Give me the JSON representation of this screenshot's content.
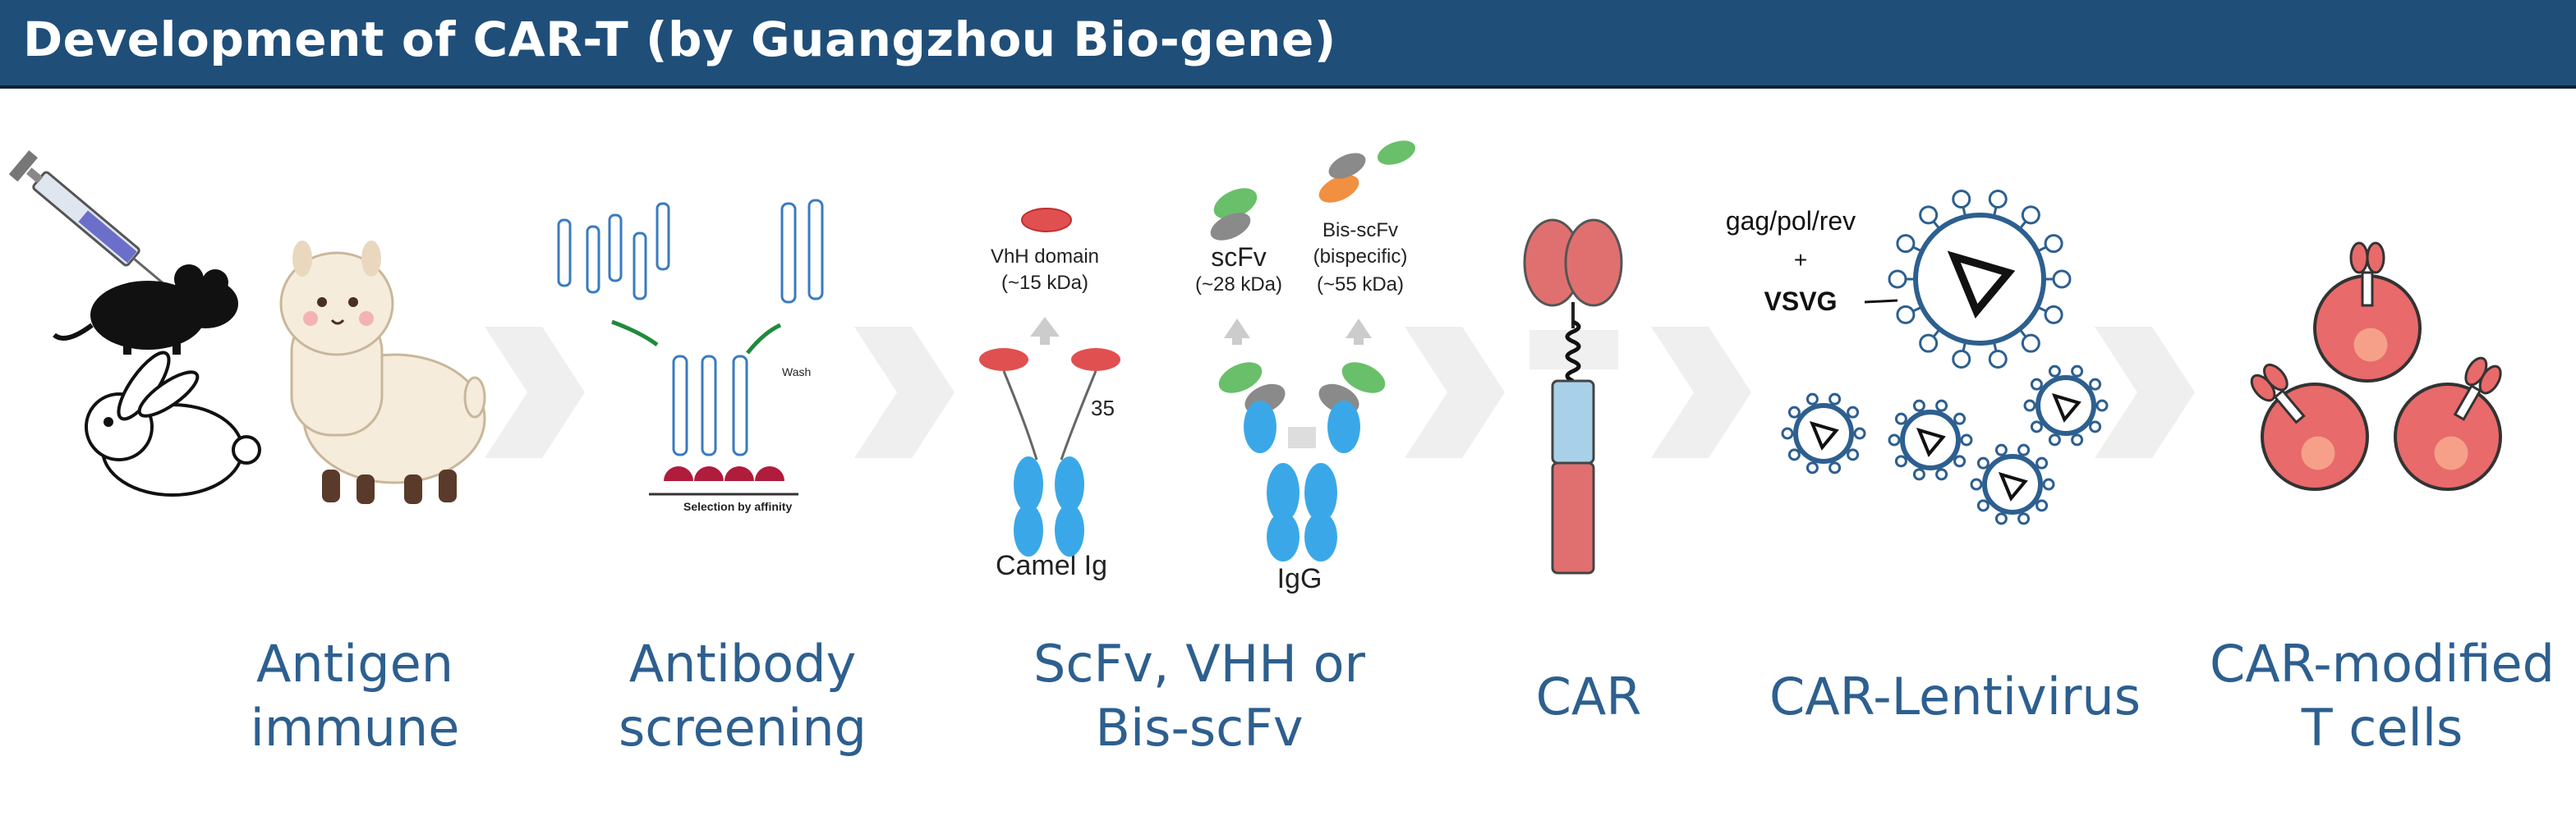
{
  "header": {
    "title": "Development of CAR-T (by Guangzhou Bio-gene)"
  },
  "steps": [
    {
      "line1": "Antigen",
      "line2": "immune"
    },
    {
      "line1": "Antibody",
      "line2": "screening"
    },
    {
      "line1": "ScFv, VHH or",
      "line2": "Bis-scFv"
    },
    {
      "line1": "CAR",
      "line2": ""
    },
    {
      "line1": "CAR-Lentivirus",
      "line2": ""
    },
    {
      "line1": "CAR-modified",
      "line2": "T cells"
    }
  ],
  "screening": {
    "wash": "Wash",
    "selection": "Selection by affinity"
  },
  "formats": {
    "vhh_domain": "VhH domain",
    "vhh_size": "(~15 kDa)",
    "scfv": "scFv",
    "scfv_size": "(~28 kDa)",
    "bis_scfv": "Bis-scFv",
    "bis_desc": "(bispecific)",
    "bis_size": "(~55 kDa)",
    "number": "35",
    "camel_ig": "Camel Ig",
    "igg": "IgG"
  },
  "virus": {
    "genes": "gag/pol/rev",
    "plus": "+",
    "vsvg": "VSVG"
  },
  "colors": {
    "header_bg": "#1f4e79",
    "label_text": "#2d5f8f",
    "chevron": "#eeeeee",
    "car_red": "#e07070",
    "car_blue": "#a8d0e8",
    "virus_blue": "#2d5f8f"
  }
}
